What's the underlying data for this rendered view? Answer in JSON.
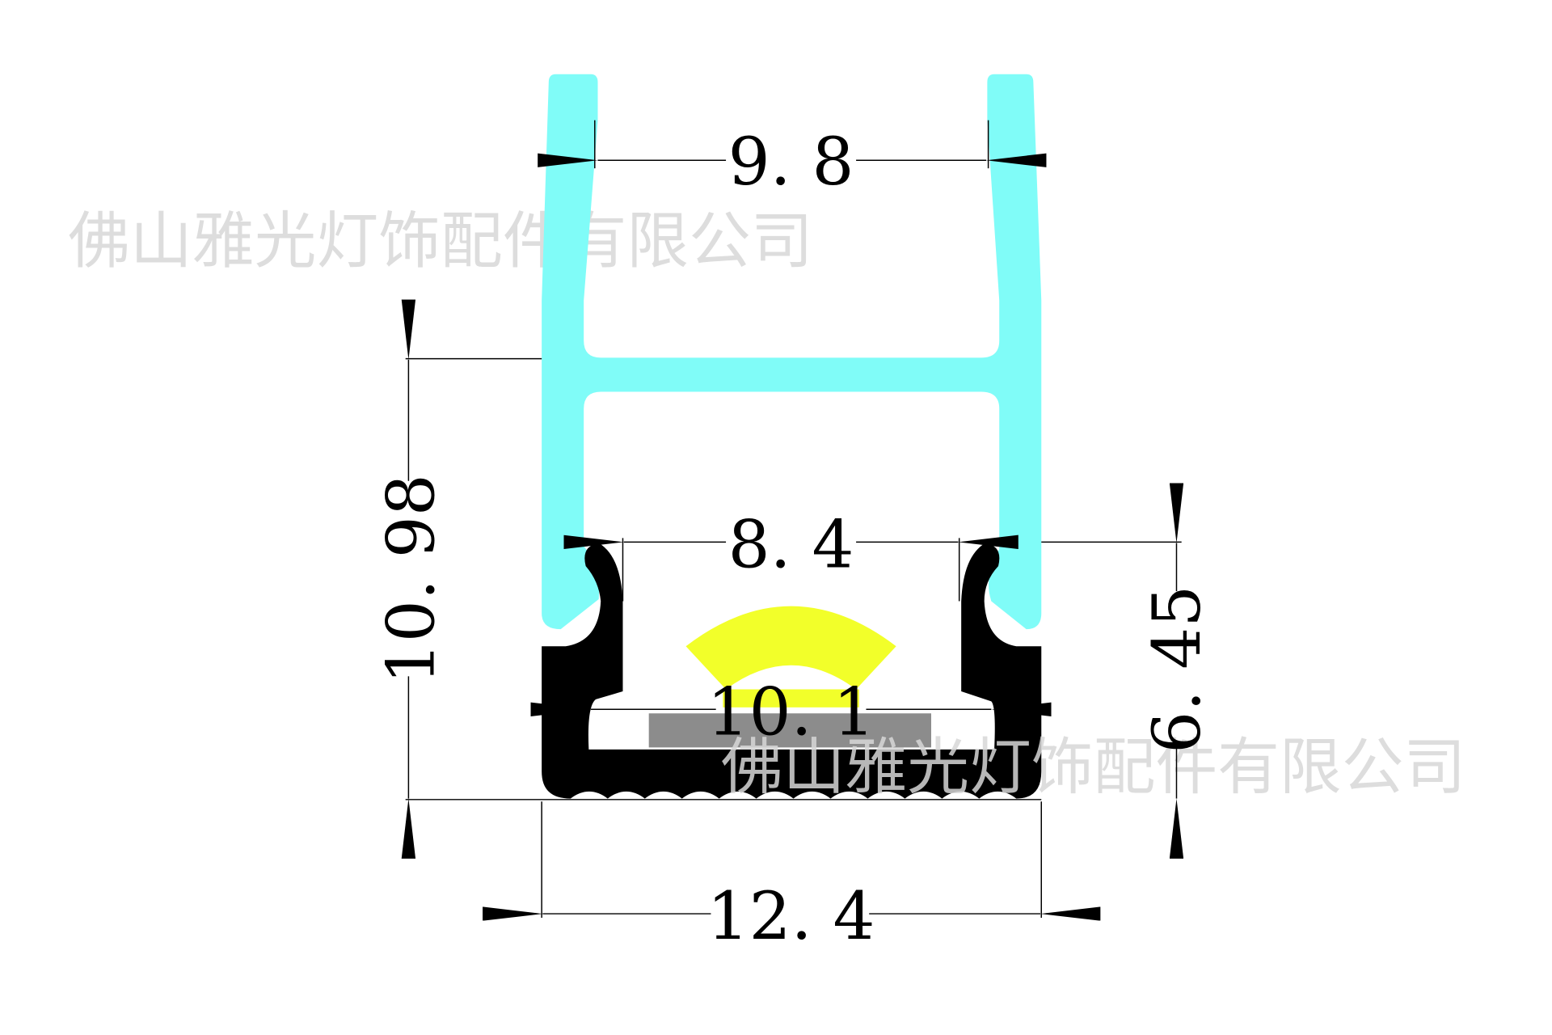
{
  "watermark": {
    "text": "佛山雅光灯饰配件有限公司"
  },
  "colors": {
    "diffuser": "#80fcf8",
    "housing": "#000000",
    "led_light": "#f2ff2a",
    "led_strip": "#8c8c8c",
    "watermark": "#d8d8d8"
  },
  "dimensions": {
    "top_opening": "9. 8",
    "inner_opening": "8. 4",
    "strip_width": "10. 1",
    "overall_width": "12. 4",
    "left_height": "10. 98",
    "right_height": "6. 45"
  }
}
